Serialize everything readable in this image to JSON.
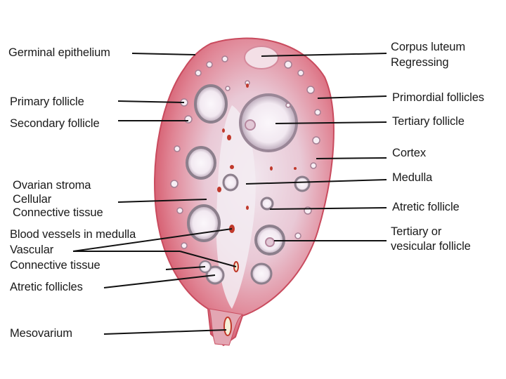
{
  "diagram": {
    "labels_left": {
      "germinal_epithelium": "Germinal epithelium",
      "primary_follicle": "Primary follicle",
      "secondary_follicle": "Secondary follicle",
      "ovarian_stroma": "Ovarian stroma",
      "cellular": "Cellular",
      "connective_tissue_1": "Connective tissue",
      "blood_vessels": "Blood vessels in medulla",
      "vascular": "Vascular",
      "connective_tissue_2": "Connective tissue",
      "atretic_follicles": "Atretic follicles",
      "mesovarium": "Mesovarium"
    },
    "labels_right": {
      "corpus_luteum_1": "Corpus luteum",
      "corpus_luteum_2": "Regressing",
      "primordial_follicles": "Primordial follicles",
      "tertiary_follicle": "Tertiary follicle",
      "cortex": "Cortex",
      "medulla": "Medulla",
      "atretic_follicle": "Atretic follicle",
      "tertiary_vesicular_1": "Tertiary or",
      "tertiary_vesicular_2": "vesicular follicle"
    },
    "colors": {
      "cortex": "#d9606e",
      "stroma": "#e8b8c4",
      "medulla": "#efe4ec",
      "follicle_ring": "#8c7f8c",
      "leader_line": "#111111"
    }
  }
}
